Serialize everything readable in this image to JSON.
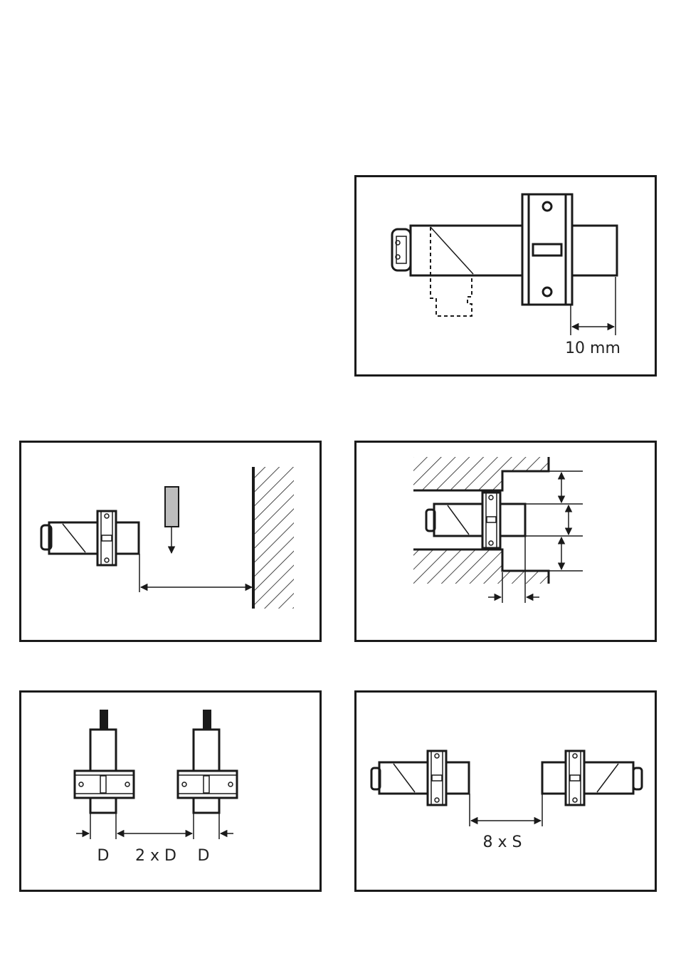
{
  "labels": {
    "flush_offset": "10 mm",
    "diameter_left": "D",
    "spacing_between": "2 x D",
    "diameter_right": "D",
    "opposite_distance": "8 x S"
  }
}
